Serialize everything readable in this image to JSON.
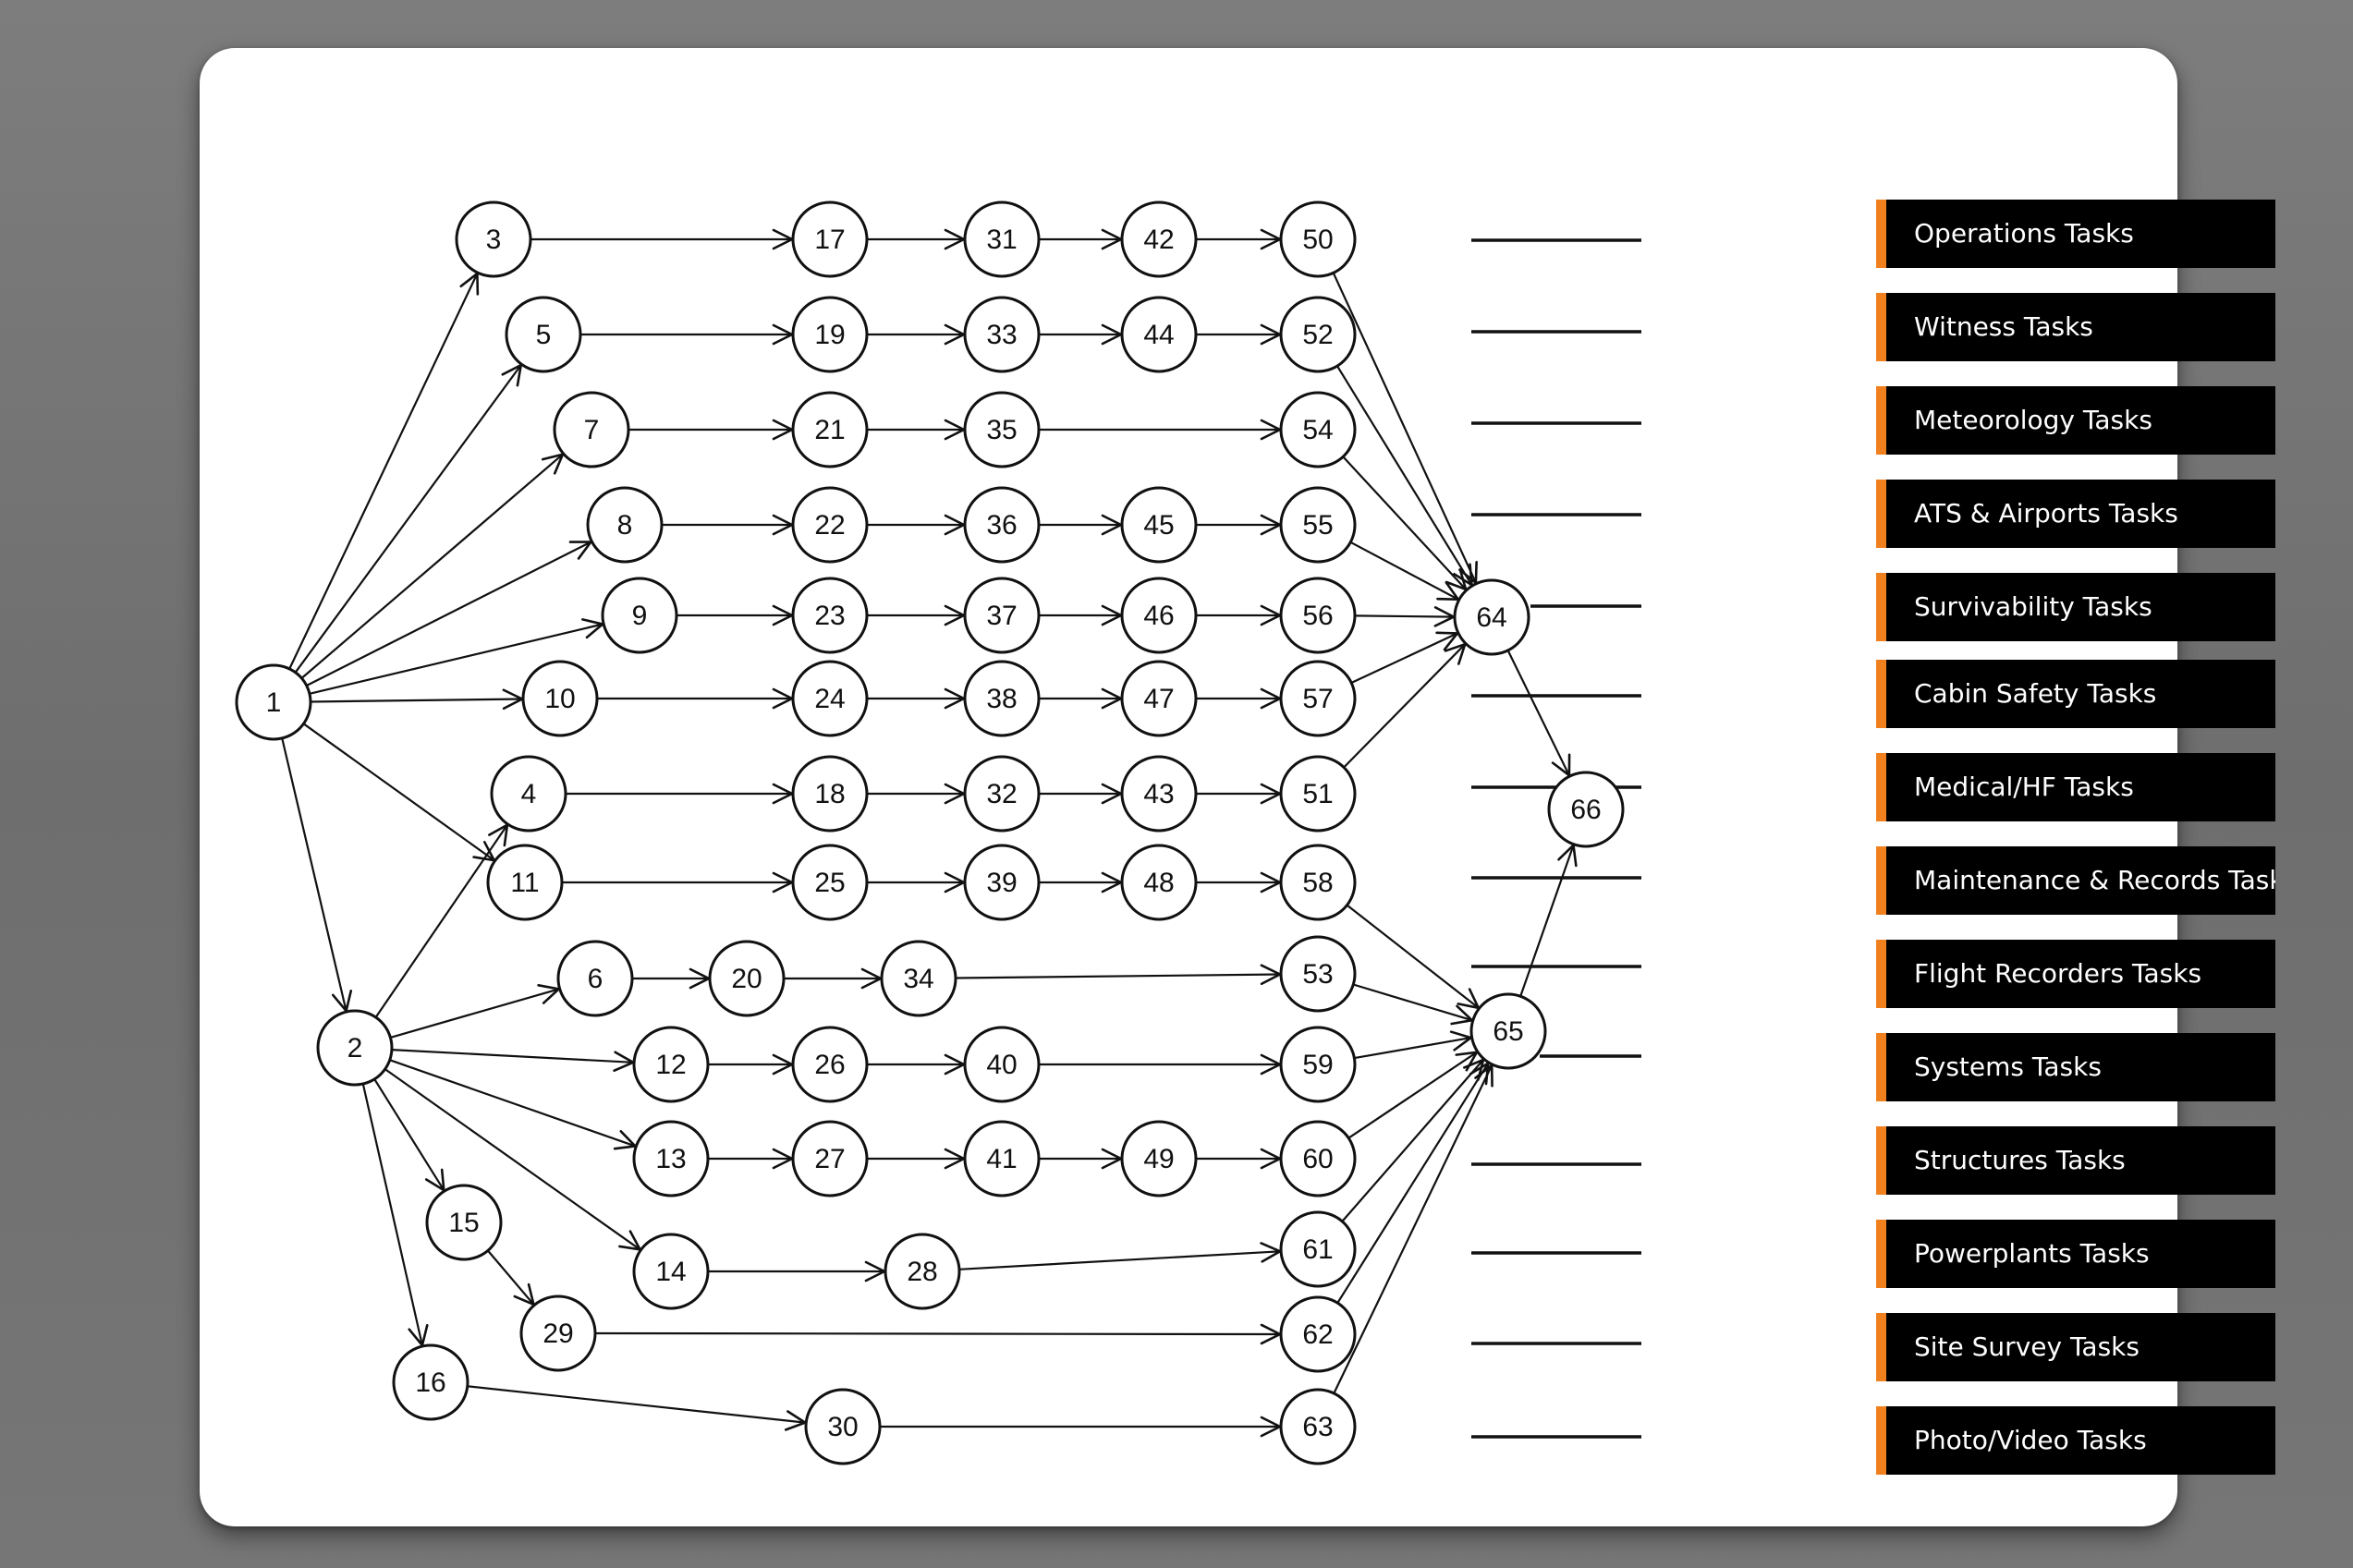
{
  "nodes": [
    {
      "id": "1",
      "label": "1"
    },
    {
      "id": "2",
      "label": "2"
    },
    {
      "id": "3",
      "label": "3"
    },
    {
      "id": "4",
      "label": "4"
    },
    {
      "id": "5",
      "label": "5"
    },
    {
      "id": "6",
      "label": "6"
    },
    {
      "id": "7",
      "label": "7"
    },
    {
      "id": "8",
      "label": "8"
    },
    {
      "id": "9",
      "label": "9"
    },
    {
      "id": "10",
      "label": "10"
    },
    {
      "id": "11",
      "label": "11"
    },
    {
      "id": "12",
      "label": "12"
    },
    {
      "id": "13",
      "label": "13"
    },
    {
      "id": "14",
      "label": "14"
    },
    {
      "id": "15",
      "label": "15"
    },
    {
      "id": "16",
      "label": "16"
    },
    {
      "id": "17",
      "label": "17"
    },
    {
      "id": "18",
      "label": "18"
    },
    {
      "id": "19",
      "label": "19"
    },
    {
      "id": "20",
      "label": "20"
    },
    {
      "id": "21",
      "label": "21"
    },
    {
      "id": "22",
      "label": "22"
    },
    {
      "id": "23",
      "label": "23"
    },
    {
      "id": "24",
      "label": "24"
    },
    {
      "id": "25",
      "label": "25"
    },
    {
      "id": "26",
      "label": "26"
    },
    {
      "id": "27",
      "label": "27"
    },
    {
      "id": "28",
      "label": "28"
    },
    {
      "id": "29",
      "label": "29"
    },
    {
      "id": "30",
      "label": "30"
    },
    {
      "id": "31",
      "label": "31"
    },
    {
      "id": "32",
      "label": "32"
    },
    {
      "id": "33",
      "label": "33"
    },
    {
      "id": "34",
      "label": "34"
    },
    {
      "id": "35",
      "label": "35"
    },
    {
      "id": "36",
      "label": "36"
    },
    {
      "id": "37",
      "label": "37"
    },
    {
      "id": "38",
      "label": "38"
    },
    {
      "id": "39",
      "label": "39"
    },
    {
      "id": "40",
      "label": "40"
    },
    {
      "id": "41",
      "label": "41"
    },
    {
      "id": "42",
      "label": "42"
    },
    {
      "id": "43",
      "label": "43"
    },
    {
      "id": "44",
      "label": "44"
    },
    {
      "id": "45",
      "label": "45"
    },
    {
      "id": "46",
      "label": "46"
    },
    {
      "id": "47",
      "label": "47"
    },
    {
      "id": "48",
      "label": "48"
    },
    {
      "id": "49",
      "label": "49"
    },
    {
      "id": "50",
      "label": "50"
    },
    {
      "id": "51",
      "label": "51"
    },
    {
      "id": "52",
      "label": "52"
    },
    {
      "id": "53",
      "label": "53"
    },
    {
      "id": "54",
      "label": "54"
    },
    {
      "id": "55",
      "label": "55"
    },
    {
      "id": "56",
      "label": "56"
    },
    {
      "id": "57",
      "label": "57"
    },
    {
      "id": "58",
      "label": "58"
    },
    {
      "id": "59",
      "label": "59"
    },
    {
      "id": "60",
      "label": "60"
    },
    {
      "id": "61",
      "label": "61"
    },
    {
      "id": "62",
      "label": "62"
    },
    {
      "id": "63",
      "label": "63"
    },
    {
      "id": "64",
      "label": "64"
    },
    {
      "id": "65",
      "label": "65"
    },
    {
      "id": "66",
      "label": "66"
    }
  ],
  "edges": [
    [
      "1",
      "3"
    ],
    [
      "1",
      "5"
    ],
    [
      "1",
      "7"
    ],
    [
      "1",
      "8"
    ],
    [
      "1",
      "9"
    ],
    [
      "1",
      "10"
    ],
    [
      "1",
      "11"
    ],
    [
      "1",
      "2"
    ],
    [
      "2",
      "4"
    ],
    [
      "2",
      "6"
    ],
    [
      "2",
      "12"
    ],
    [
      "2",
      "13"
    ],
    [
      "2",
      "14"
    ],
    [
      "2",
      "15"
    ],
    [
      "2",
      "16"
    ],
    [
      "3",
      "17"
    ],
    [
      "17",
      "31"
    ],
    [
      "31",
      "42"
    ],
    [
      "42",
      "50"
    ],
    [
      "5",
      "19"
    ],
    [
      "19",
      "33"
    ],
    [
      "33",
      "44"
    ],
    [
      "44",
      "52"
    ],
    [
      "7",
      "21"
    ],
    [
      "21",
      "35"
    ],
    [
      "35",
      "54"
    ],
    [
      "8",
      "22"
    ],
    [
      "22",
      "36"
    ],
    [
      "36",
      "45"
    ],
    [
      "45",
      "55"
    ],
    [
      "9",
      "23"
    ],
    [
      "23",
      "37"
    ],
    [
      "37",
      "46"
    ],
    [
      "46",
      "56"
    ],
    [
      "10",
      "24"
    ],
    [
      "24",
      "38"
    ],
    [
      "38",
      "47"
    ],
    [
      "47",
      "57"
    ],
    [
      "4",
      "18"
    ],
    [
      "18",
      "32"
    ],
    [
      "32",
      "43"
    ],
    [
      "43",
      "51"
    ],
    [
      "11",
      "25"
    ],
    [
      "25",
      "39"
    ],
    [
      "39",
      "48"
    ],
    [
      "48",
      "58"
    ],
    [
      "6",
      "20"
    ],
    [
      "20",
      "34"
    ],
    [
      "34",
      "53"
    ],
    [
      "12",
      "26"
    ],
    [
      "26",
      "40"
    ],
    [
      "40",
      "59"
    ],
    [
      "13",
      "27"
    ],
    [
      "27",
      "41"
    ],
    [
      "41",
      "49"
    ],
    [
      "49",
      "60"
    ],
    [
      "14",
      "28"
    ],
    [
      "28",
      "61"
    ],
    [
      "15",
      "29"
    ],
    [
      "29",
      "62"
    ],
    [
      "16",
      "30"
    ],
    [
      "30",
      "63"
    ],
    [
      "50",
      "64"
    ],
    [
      "52",
      "64"
    ],
    [
      "54",
      "64"
    ],
    [
      "55",
      "64"
    ],
    [
      "56",
      "64"
    ],
    [
      "57",
      "64"
    ],
    [
      "51",
      "64"
    ],
    [
      "58",
      "65"
    ],
    [
      "53",
      "65"
    ],
    [
      "59",
      "65"
    ],
    [
      "60",
      "65"
    ],
    [
      "61",
      "65"
    ],
    [
      "62",
      "65"
    ],
    [
      "63",
      "65"
    ],
    [
      "64",
      "66"
    ],
    [
      "65",
      "66"
    ]
  ],
  "task_labels": [
    "Operations Tasks",
    "Witness Tasks",
    "Meteorology Tasks",
    "ATS & Airports Tasks",
    "Survivability Tasks",
    "Cabin Safety Tasks",
    "Medical/HF Tasks",
    "Maintenance & Records Tasks",
    "Flight Recorders Tasks",
    "Systems Tasks",
    "Structures Tasks",
    "Powerplants Tasks",
    "Site Survey Tasks",
    "Photo/Video Tasks"
  ],
  "colors": {
    "accent": "#f07f1e",
    "label_bg": "#000000",
    "label_text": "#ffffff",
    "line": "#111111",
    "board": "#ffffff"
  }
}
